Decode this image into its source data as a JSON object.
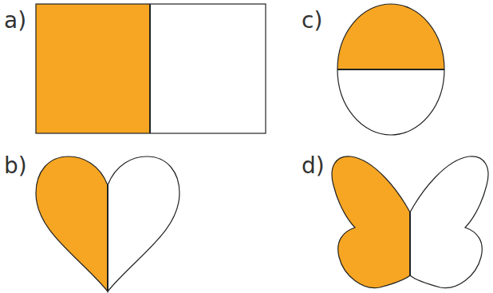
{
  "diagram": {
    "labels": [
      "a)",
      "c)",
      "b)",
      "d)"
    ]
  }
}
